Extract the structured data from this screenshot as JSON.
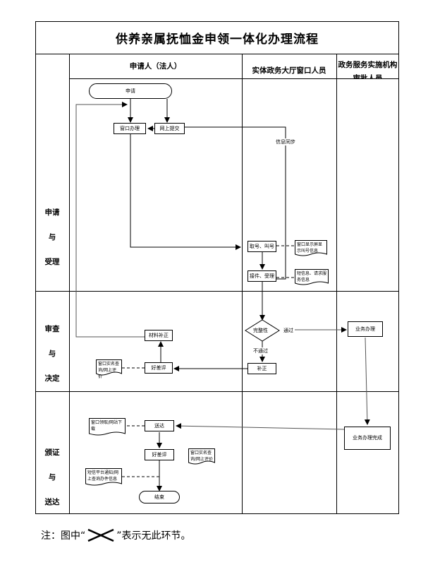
{
  "title": "供养亲属抚恤金申领一体化办理流程",
  "lanes": {
    "applicant": "申请人（法人）",
    "window_staff": "实体政务大厅窗口人员",
    "approver_line1": "政务服务实施机构",
    "approver_line2": "审批人员"
  },
  "phases": [
    {
      "lines": [
        "申请",
        "与",
        "受理"
      ]
    },
    {
      "lines": [
        "审查",
        "与",
        "决定"
      ]
    },
    {
      "lines": [
        "颁证",
        "与",
        "送达"
      ]
    }
  ],
  "nodes": {
    "apply": "申请",
    "window_handle": "窗口办理",
    "online_submit": "网上提交",
    "info_sync": "信息同步",
    "take_number": "取号、叫号",
    "accept": "接件、受理",
    "completeness": "完整性",
    "pass": "通过",
    "not_pass": "不通过",
    "correction": "补正",
    "business_handle": "业务办理",
    "material_correction": "材料补正",
    "rating_1": "好差评",
    "deliver": "送达",
    "business_done": "业务办理完成",
    "rating_2": "好差评",
    "end": "结束"
  },
  "documents": {
    "queue_display": "窗口显示屏显示叫号信息",
    "sms_service": "短信息、请求服务信息",
    "rating_doc_1": "窗口实名查询/网上评价",
    "pickup": "窗口领取/网站下载",
    "rating_doc_2": "窗口实名查询/网上评价",
    "sms_notify": "短信平台通知/网上查询办件信息"
  },
  "note": {
    "prefix": "注：图中“",
    "suffix": "”表示无此环节。",
    "icon": "cross-icon"
  }
}
